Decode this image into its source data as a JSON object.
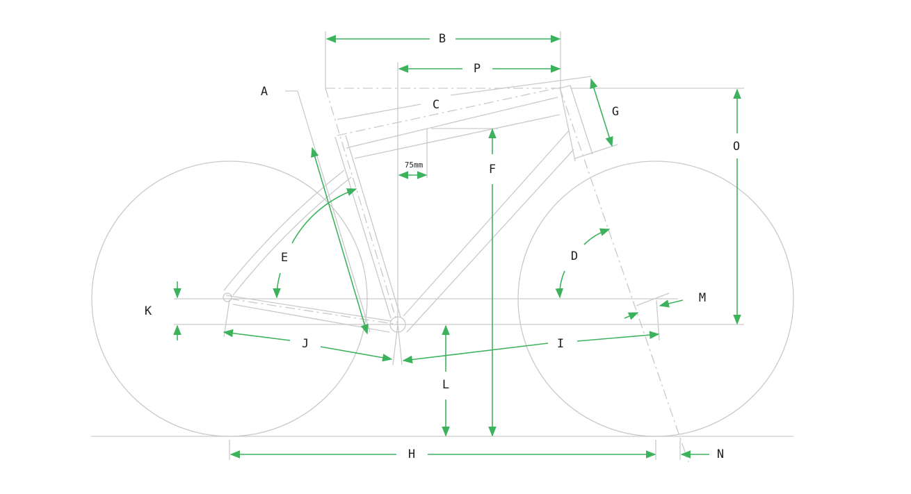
{
  "title": "Bike frame geometry diagram",
  "colors": {
    "dimension": "#3cb25c",
    "frame": "#c9c9c9",
    "label": "#222222"
  },
  "labels": {
    "A": "A",
    "B": "B",
    "C": "C",
    "D": "D",
    "E": "E",
    "F": "F",
    "G": "G",
    "H": "H",
    "I": "I",
    "J": "J",
    "K": "K",
    "L": "L",
    "M": "M",
    "N": "N",
    "O": "O",
    "P": "P",
    "offset": "75mm"
  }
}
